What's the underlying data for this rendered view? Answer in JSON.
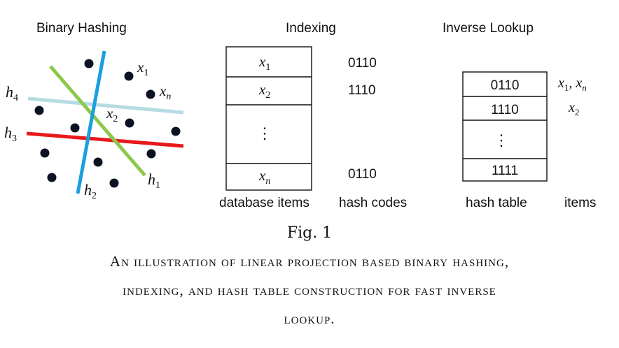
{
  "figure": {
    "panels": {
      "binary_hashing": {
        "title": "Binary Hashing",
        "labels": {
          "x1_base": "x",
          "x1_sub": "1",
          "xn_base": "x",
          "xn_sub": "n",
          "x2_base": "x",
          "x2_sub": "2",
          "h1_base": "h",
          "h1_sub": "1",
          "h2_base": "h",
          "h2_sub": "2",
          "h3_base": "h",
          "h3_sub": "3",
          "h4_base": "h",
          "h4_sub": "4"
        },
        "colors": {
          "h1": "#8cc84b",
          "h2": "#1a9fe0",
          "h3": "#e8191b",
          "h4": "#b6dbe3",
          "point": "#0b1322"
        }
      },
      "indexing": {
        "title": "Indexing",
        "items": [
          {
            "base": "x",
            "sub": "1",
            "code": "0110"
          },
          {
            "base": "x",
            "sub": "2",
            "code": "1110"
          },
          {
            "base": "x",
            "sub": "n",
            "code": "0110"
          }
        ],
        "ellipsis": "⋮",
        "caption_items": "database items",
        "caption_codes": "hash codes"
      },
      "inverse_lookup": {
        "title": "Inverse Lookup",
        "table": [
          "0110",
          "1110",
          "1111"
        ],
        "ellipsis": "⋮",
        "items_row1": "x",
        "items_row1_sub_a": "1",
        "items_row1_sep": ", x",
        "items_row1_sub_b": "n",
        "items_row2_base": "x",
        "items_row2_sub": "2",
        "caption_table": "hash table",
        "caption_items": "items"
      }
    },
    "label": "Fig. 1",
    "caption_lines": [
      "An illustration of linear projection based binary hashing,",
      "indexing, and hash table construction for fast inverse",
      "lookup."
    ]
  }
}
